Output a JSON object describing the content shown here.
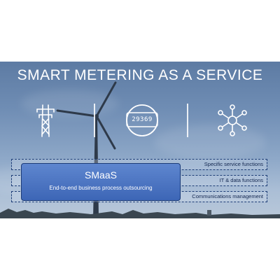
{
  "title": "SMART METERING AS A SERVICE",
  "icons": {
    "left": "power-pylon-icon",
    "middle": "electric-meter-icon",
    "right": "network-hub-icon"
  },
  "meter_display": "29369",
  "smaas": {
    "title": "SMaaS",
    "subtitle": "End-to-end business process outsourcing"
  },
  "layers": [
    "Specific service functions",
    "IT & data functions",
    "Communications management"
  ],
  "colors": {
    "box_fill": "#4a72c0",
    "dashed_border": "#1f3f78",
    "title_text": "#ffffff"
  }
}
